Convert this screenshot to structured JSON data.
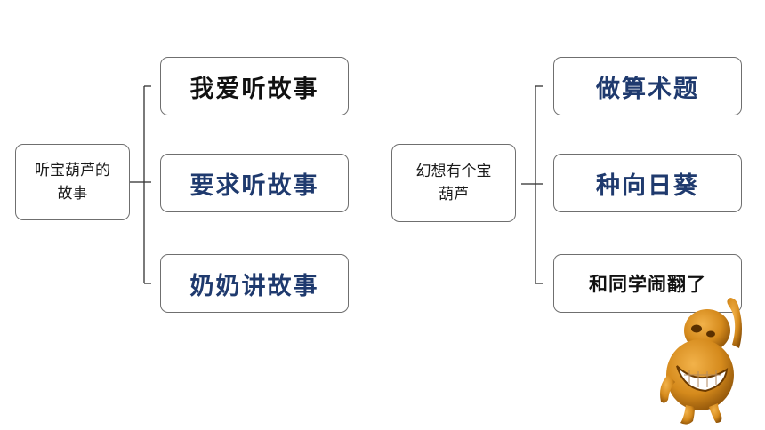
{
  "left_tree": {
    "root": "听宝葫芦的故事",
    "branches": [
      "我爱听故事",
      "要求听故事",
      "奶奶讲故事"
    ]
  },
  "right_tree": {
    "root": "幻想有个宝葫芦",
    "branches": [
      "做算术题",
      "种向日葵",
      "和同学闹翻了"
    ]
  },
  "colors": {
    "blue_text": "#1f3a6e",
    "black_text": "#111111",
    "border": "#6f6f6f",
    "mascot": "#d58a1c"
  },
  "mascot_icon": "gourd-mascot-icon"
}
